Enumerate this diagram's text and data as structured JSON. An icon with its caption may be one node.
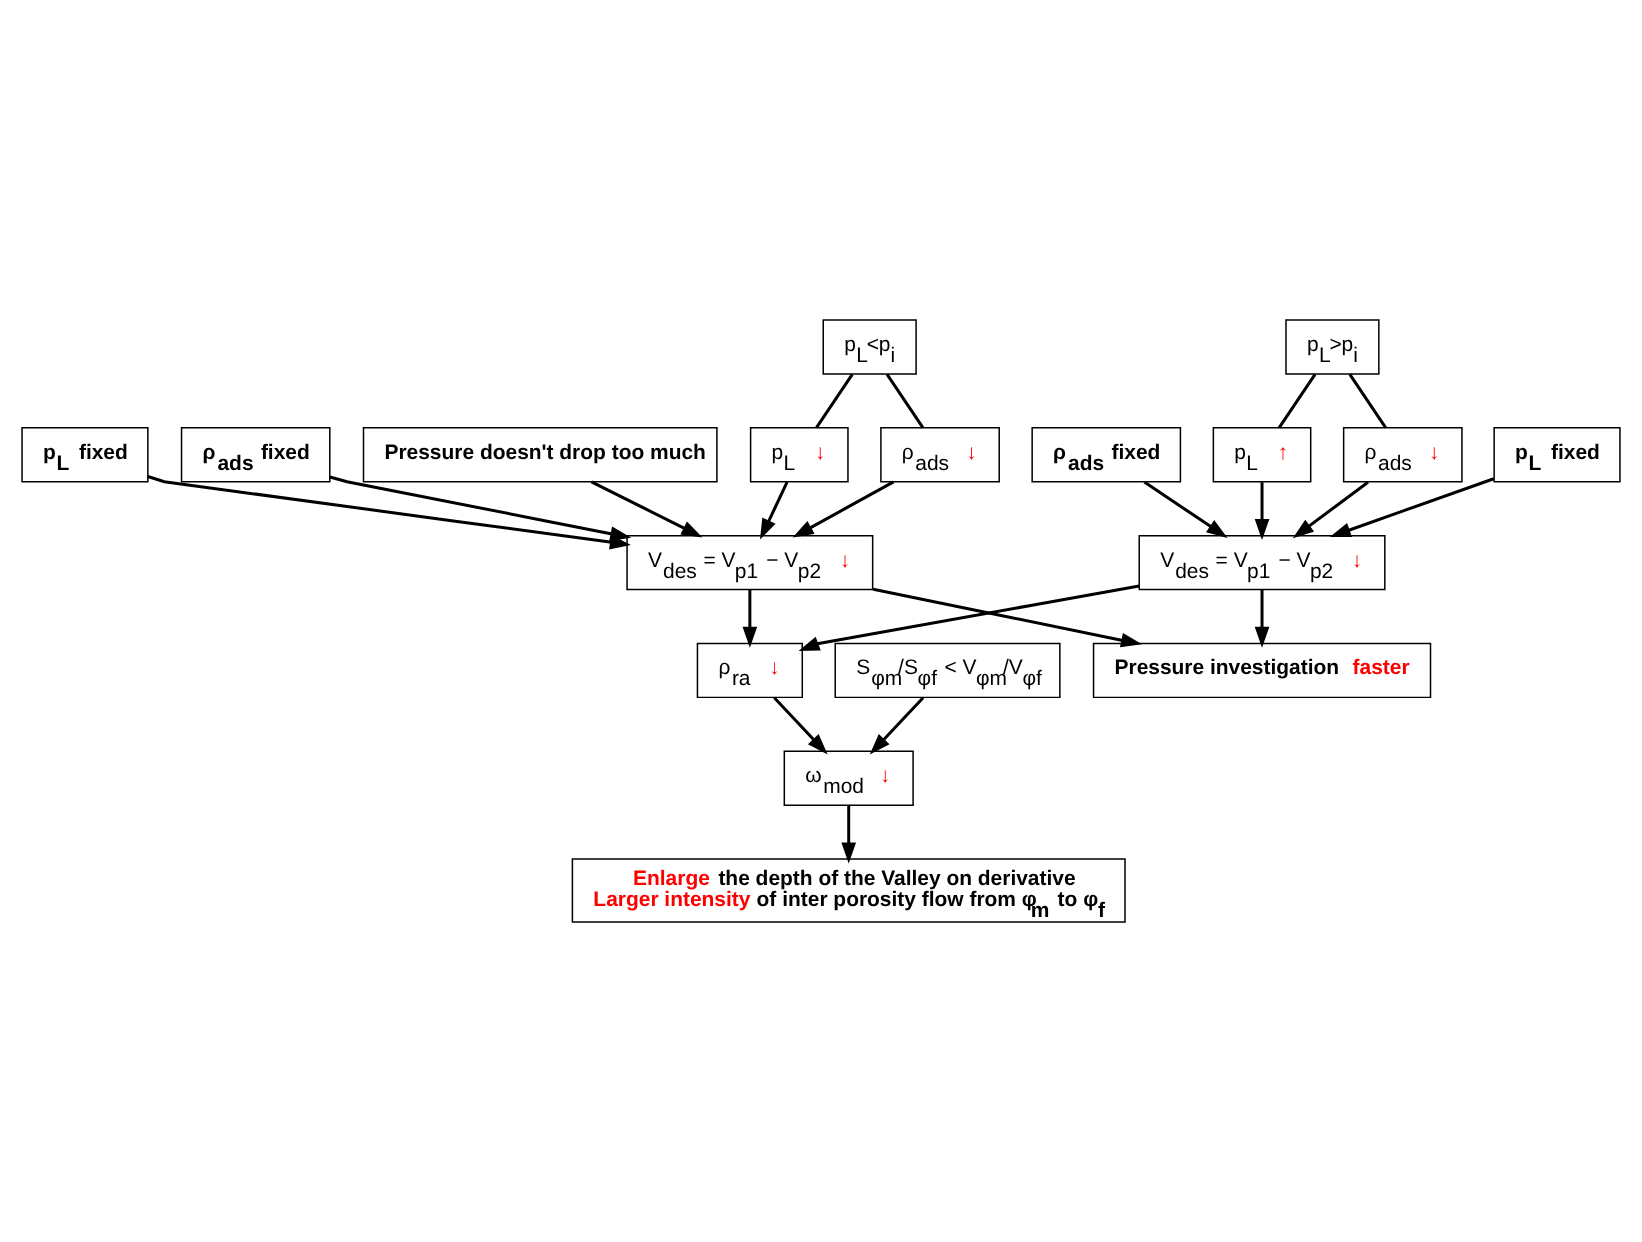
{
  "diagram": {
    "nodes": [
      {
        "text": [
          "p$_{L}$<p$_{i}$"
        ]
      },
      {
        "text": [
          "ρ$_{ads}$ **↓**"
        ]
      },
      {
        "text": [
          "p$_{L}$ **↓**"
        ]
      },
      {
        "text": [
          "p$_{L}$ fixed"
        ]
      },
      {
        "text": [
          "ρ$_{ads}$ fixed"
        ]
      },
      {
        "text": [
          "Pressure doesn't drop too much"
        ]
      },
      {
        "text": [
          "V$_{des}$ = V$_{p1}$ − V$_{p2}$ **↓**"
        ]
      },
      {
        "text": [
          "p$_{L}$>p$_{i}$"
        ]
      },
      {
        "text": [
          "ρ$_{ads}$ **↓**"
        ]
      },
      {
        "text": [
          "p$_{L}$ **↑**"
        ]
      },
      {
        "text": [
          "p$_{L}$ fixed"
        ]
      },
      {
        "text": [
          "ρ$_{ads}$ fixed"
        ]
      },
      {
        "text": [
          "V$_{des}$ = V$_{p1}$ − V$_{p2}$ **↓**"
        ]
      },
      {
        "text": [
          "ρ$_{ra}$ **↓**"
        ]
      },
      {
        "text": [
          "S$_{φm}$/S$_{φf}$ < V$_{φm}$/V$_{φf}$"
        ]
      },
      {
        "text": [
          "ω$_{mod}$ **↓**"
        ]
      },
      {
        "text": [
          "**Enlarge** the depth of the Valley on derivative",
          "**Larger intensity** of inter porosity flow from φ$_{m}$ to φ$_{f}$"
        ]
      },
      {
        "text": [
          "Pressure investigation **faster**"
        ]
      }
    ],
    "edges": [
      {
        "from": 0,
        "to": 1,
        "arrow": "none"
      },
      {
        "from": 0,
        "to": 2,
        "arrow": "none"
      },
      {
        "from": 1,
        "to": 6,
        "arrow": "to"
      },
      {
        "from": 3,
        "to": 6,
        "arrow": "to"
      },
      {
        "from": 2,
        "to": 6,
        "arrow": "to"
      },
      {
        "from": 4,
        "to": 6,
        "arrow": "to"
      },
      {
        "from": 5,
        "to": 6,
        "arrow": "to"
      },
      {
        "from": 7,
        "to": 8,
        "arrow": "none"
      },
      {
        "from": 7,
        "to": 9,
        "arrow": "none"
      },
      {
        "from": 8,
        "to": 12,
        "arrow": "to"
      },
      {
        "from": 10,
        "to": 12,
        "arrow": "to"
      },
      {
        "from": 9,
        "to": 12,
        "arrow": "to"
      },
      {
        "from": 11,
        "to": 12,
        "arrow": "to"
      },
      {
        "from": 6,
        "to": 13,
        "arrow": "to"
      },
      {
        "from": 12,
        "to": 13,
        "arrow": "to"
      },
      {
        "from": 13,
        "to": 15,
        "arrow": "to"
      },
      {
        "from": 14,
        "to": 15,
        "arrow": "to"
      },
      {
        "from": 15,
        "to": 16,
        "arrow": "to"
      },
      {
        "from": 6,
        "to": 17,
        "arrow": "to"
      },
      {
        "from": 12,
        "to": 17,
        "arrow": "to"
      }
    ]
  }
}
